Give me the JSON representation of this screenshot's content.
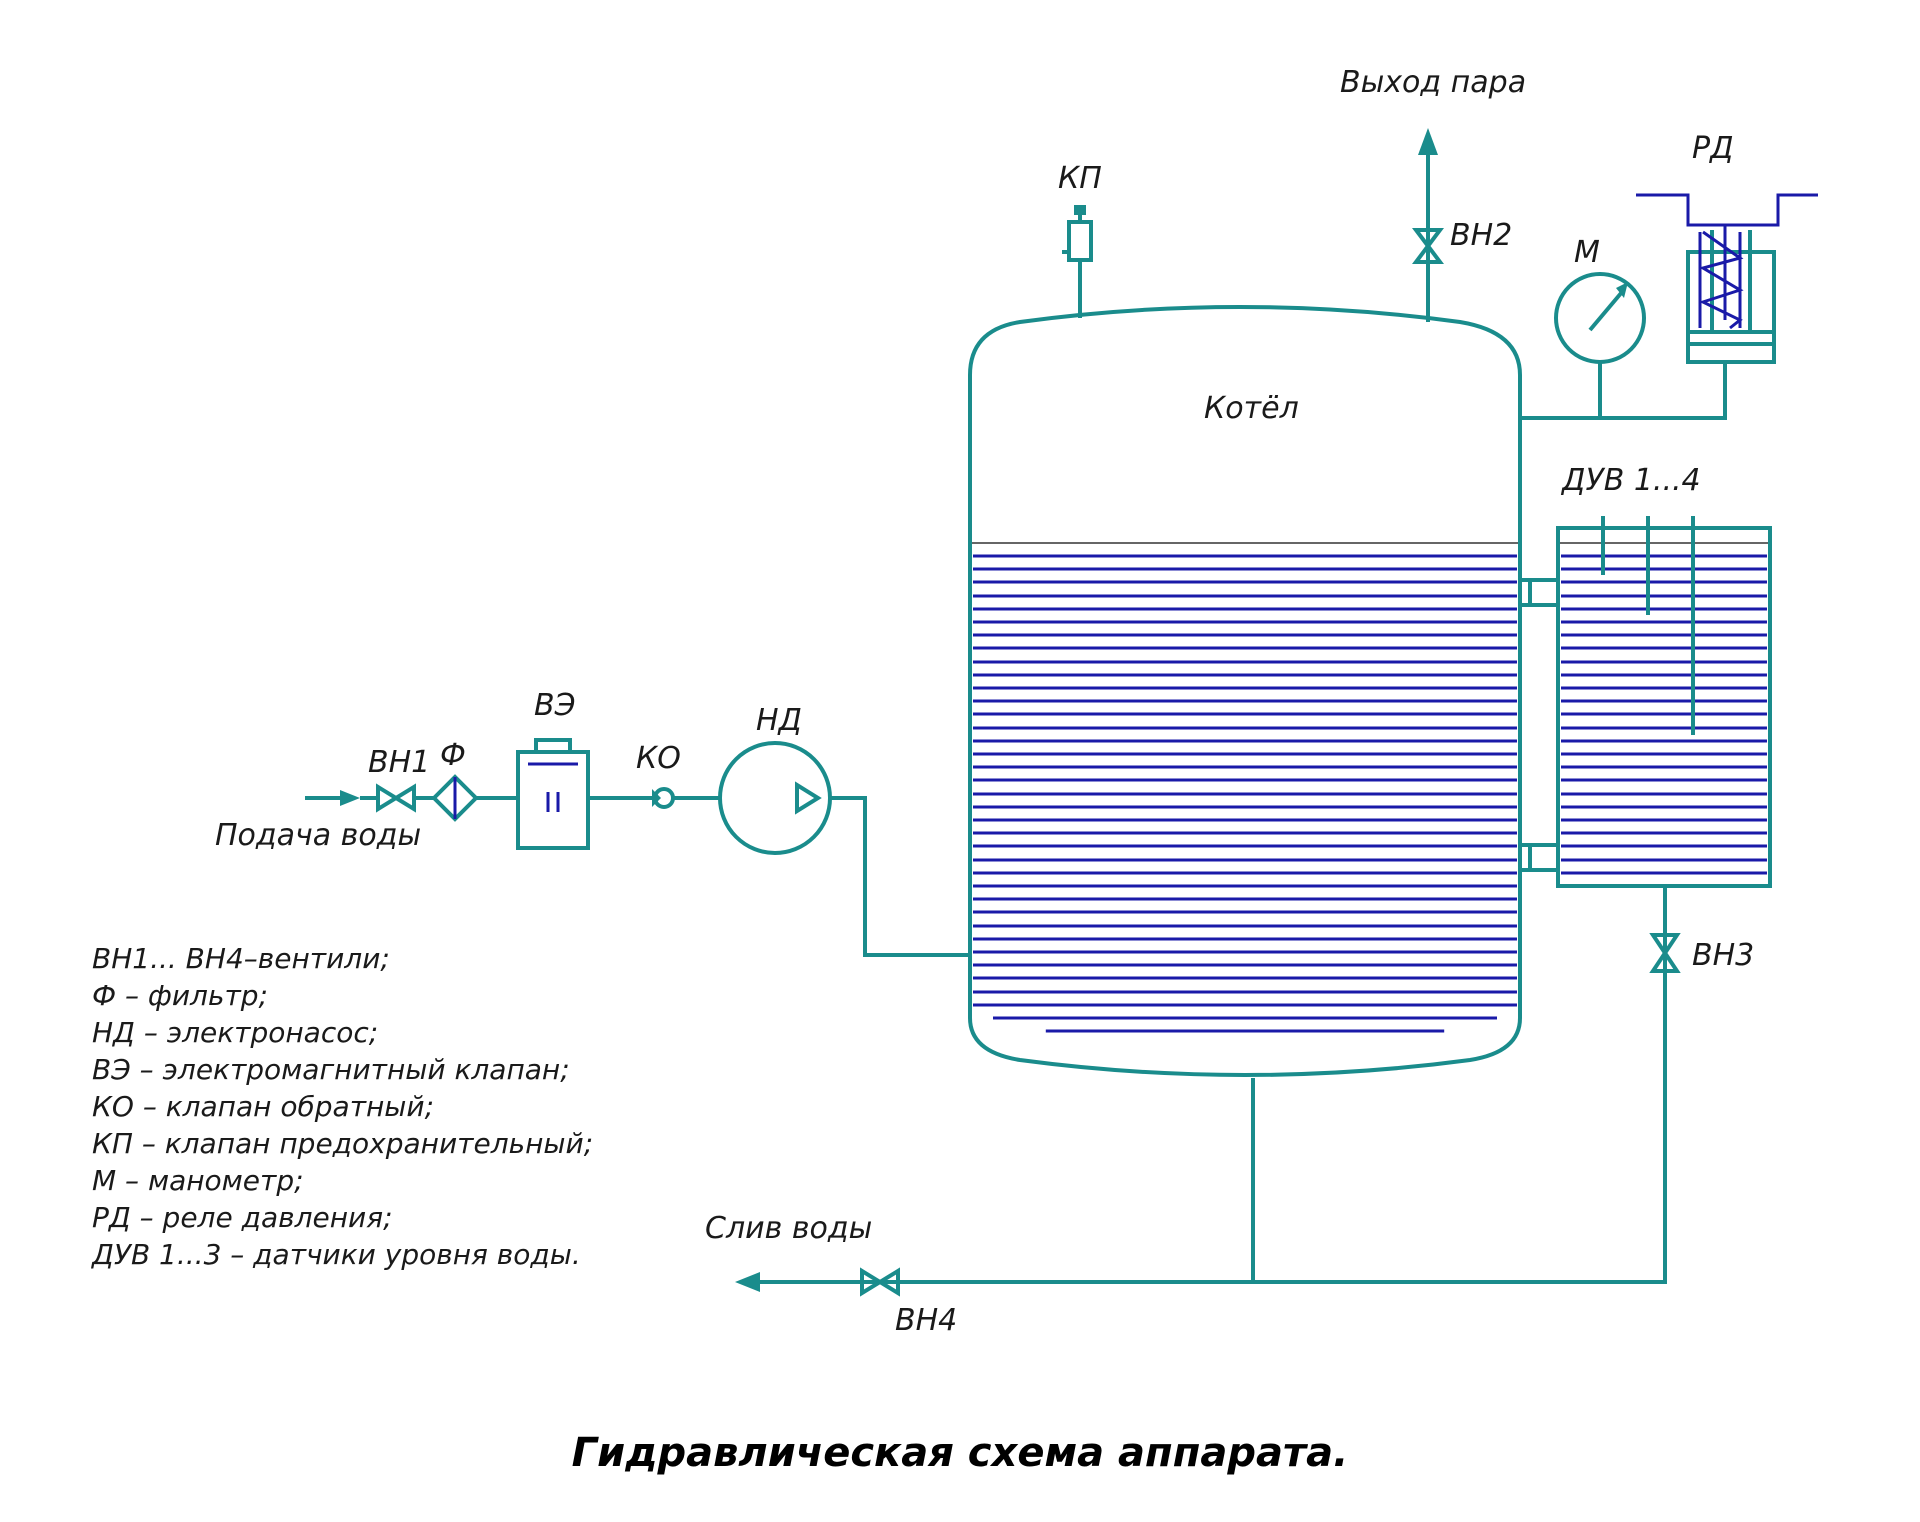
{
  "title": "Гидравлическая схема аппарата.",
  "labels": {
    "steam_out": "Выход пара",
    "kp": "КП",
    "vn2": "ВН2",
    "rd": "РД",
    "m": "М",
    "boiler": "Котёл",
    "duv": "ДУВ 1...4",
    "vn1": "ВН1",
    "f": "Ф",
    "ve": "ВЭ",
    "ko": "КО",
    "nd": "НД",
    "water_in": "Подача воды",
    "vn3": "ВН3",
    "water_drain": "Слив воды",
    "vn4": "ВН4"
  },
  "legend": [
    "ВН1... ВН4–вентили;",
    "Ф – фильтр;",
    "НД – электронасос;",
    "ВЭ – электромагнитный клапан;",
    "КО – клапан обратный;",
    "КП – клапан предохранительный;",
    "М – манометр;",
    "РД – реле давления;",
    "ДУВ 1...3 – датчики уровня воды."
  ],
  "colors": {
    "pipe": "#1a8c8c",
    "water": "#1a1aa8",
    "text": "#1a1a1a"
  }
}
